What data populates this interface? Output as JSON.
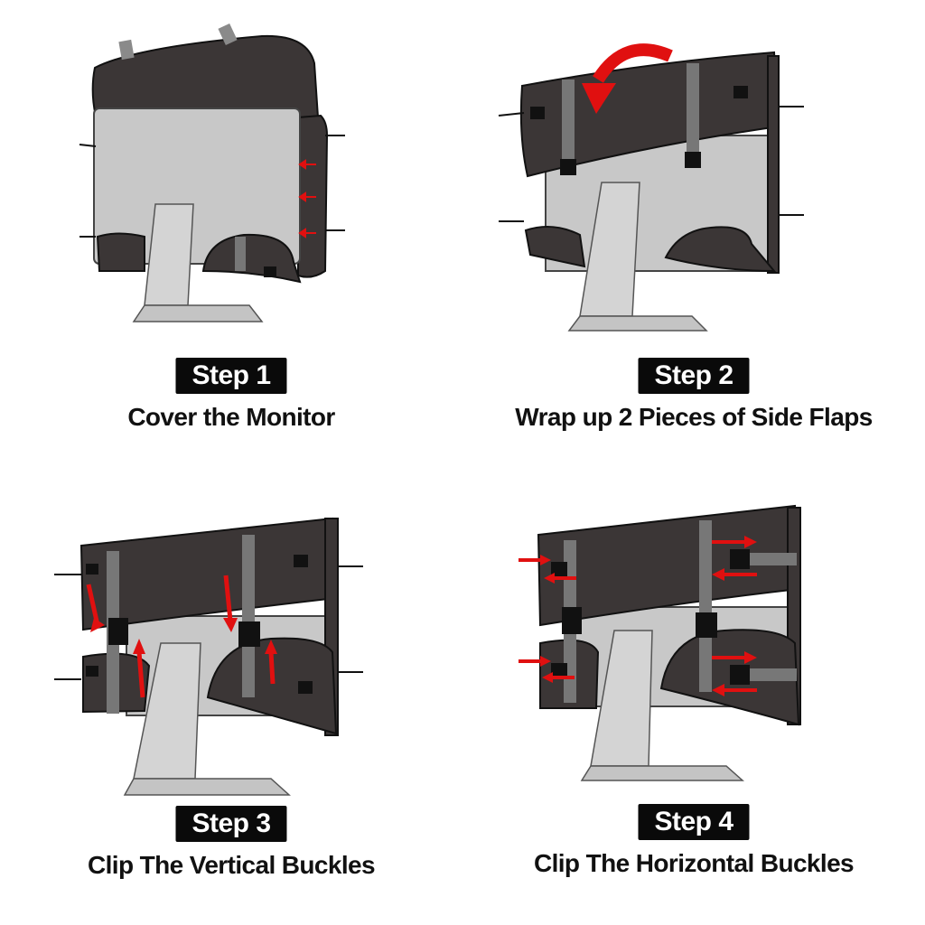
{
  "colors": {
    "cover": "#3b3636",
    "strap": "#777777",
    "screen": "#c8c8c8",
    "stand": "#d4d4d4",
    "arrow": "#e01010",
    "badge_bg": "#0a0a0a"
  },
  "steps": [
    {
      "badge": "Step 1",
      "caption": "Cover the Monitor"
    },
    {
      "badge": "Step 2",
      "caption": "Wrap up 2 Pieces of Side Flaps"
    },
    {
      "badge": "Step 3",
      "caption": "Clip The Vertical Buckles"
    },
    {
      "badge": "Step 4",
      "caption": "Clip The Horizontal Buckles"
    }
  ]
}
